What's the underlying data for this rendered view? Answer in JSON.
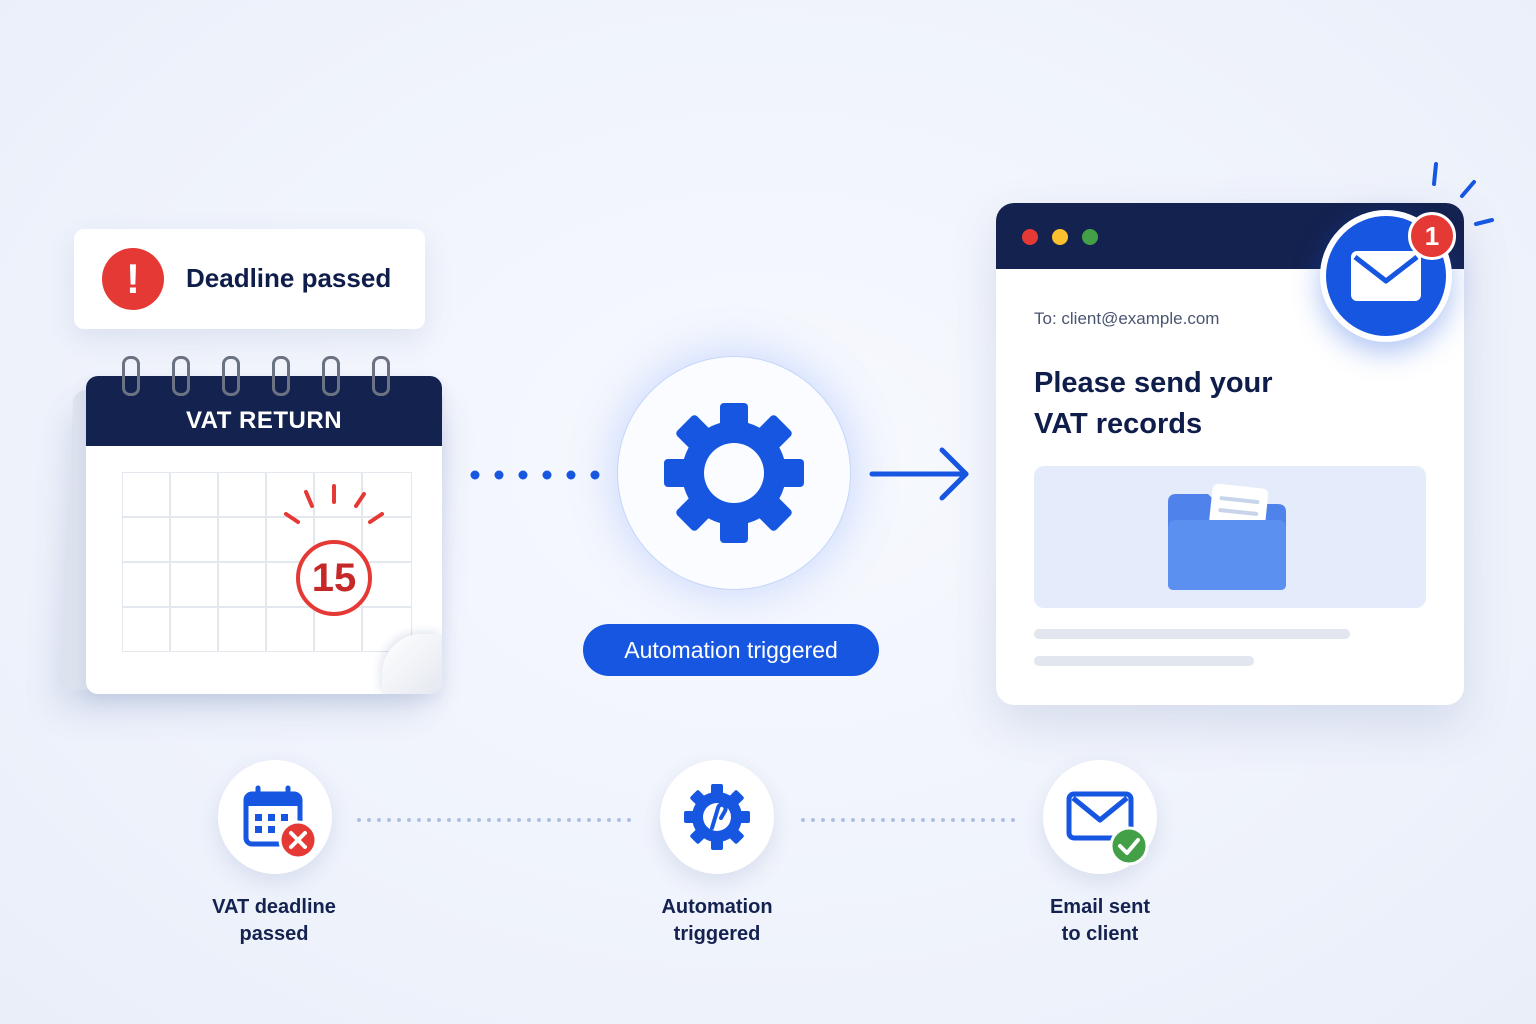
{
  "deadline_badge": {
    "text": "Deadline passed"
  },
  "calendar": {
    "title": "VAT RETURN",
    "day": "15"
  },
  "automation": {
    "label": "Automation triggered"
  },
  "email": {
    "to": "To: client@example.com",
    "subject_line1": "Please send your",
    "subject_line2": "VAT records",
    "notification_count": "1"
  },
  "steps": [
    {
      "label_line1": "VAT deadline",
      "label_line2": "passed",
      "icon": "calendar-x-icon"
    },
    {
      "label_line1": "Automation",
      "label_line2": "triggered",
      "icon": "gear-icon"
    },
    {
      "label_line1": "Email sent",
      "label_line2": "to client",
      "icon": "mail-check-icon"
    }
  ],
  "colors": {
    "primary_blue": "#1656e0",
    "navy": "#14224f",
    "alert_red": "#e53935",
    "success_green": "#43a047"
  }
}
